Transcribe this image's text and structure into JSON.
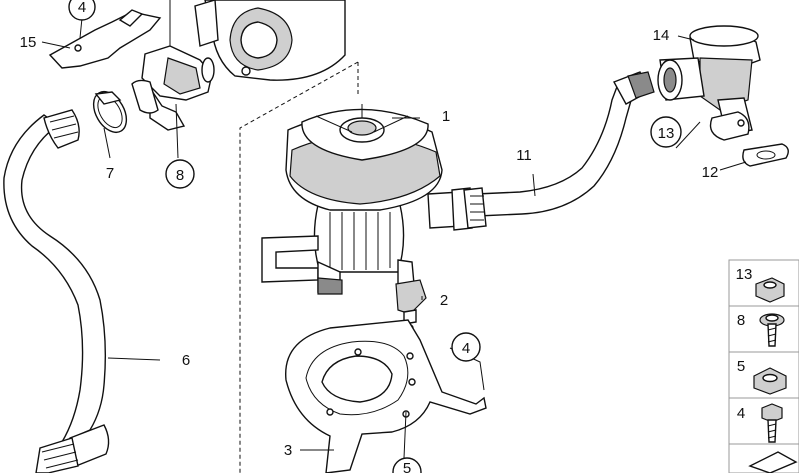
{
  "callouts": {
    "c1": "1",
    "c2": "2",
    "c3": "3",
    "c4_top": "4",
    "c4_bracket": "4",
    "c5_bottom": "5",
    "c6": "6",
    "c7": "7",
    "c8": "8",
    "c11": "11",
    "c12": "12",
    "c13": "13",
    "c14": "14",
    "c15": "15"
  },
  "legend": {
    "items": [
      {
        "number": "13",
        "icon": "nut-icon"
      },
      {
        "number": "8",
        "icon": "screw-with-washer-icon"
      },
      {
        "number": "5",
        "icon": "hex-nut-icon"
      },
      {
        "number": "4",
        "icon": "bolt-icon"
      }
    ]
  }
}
